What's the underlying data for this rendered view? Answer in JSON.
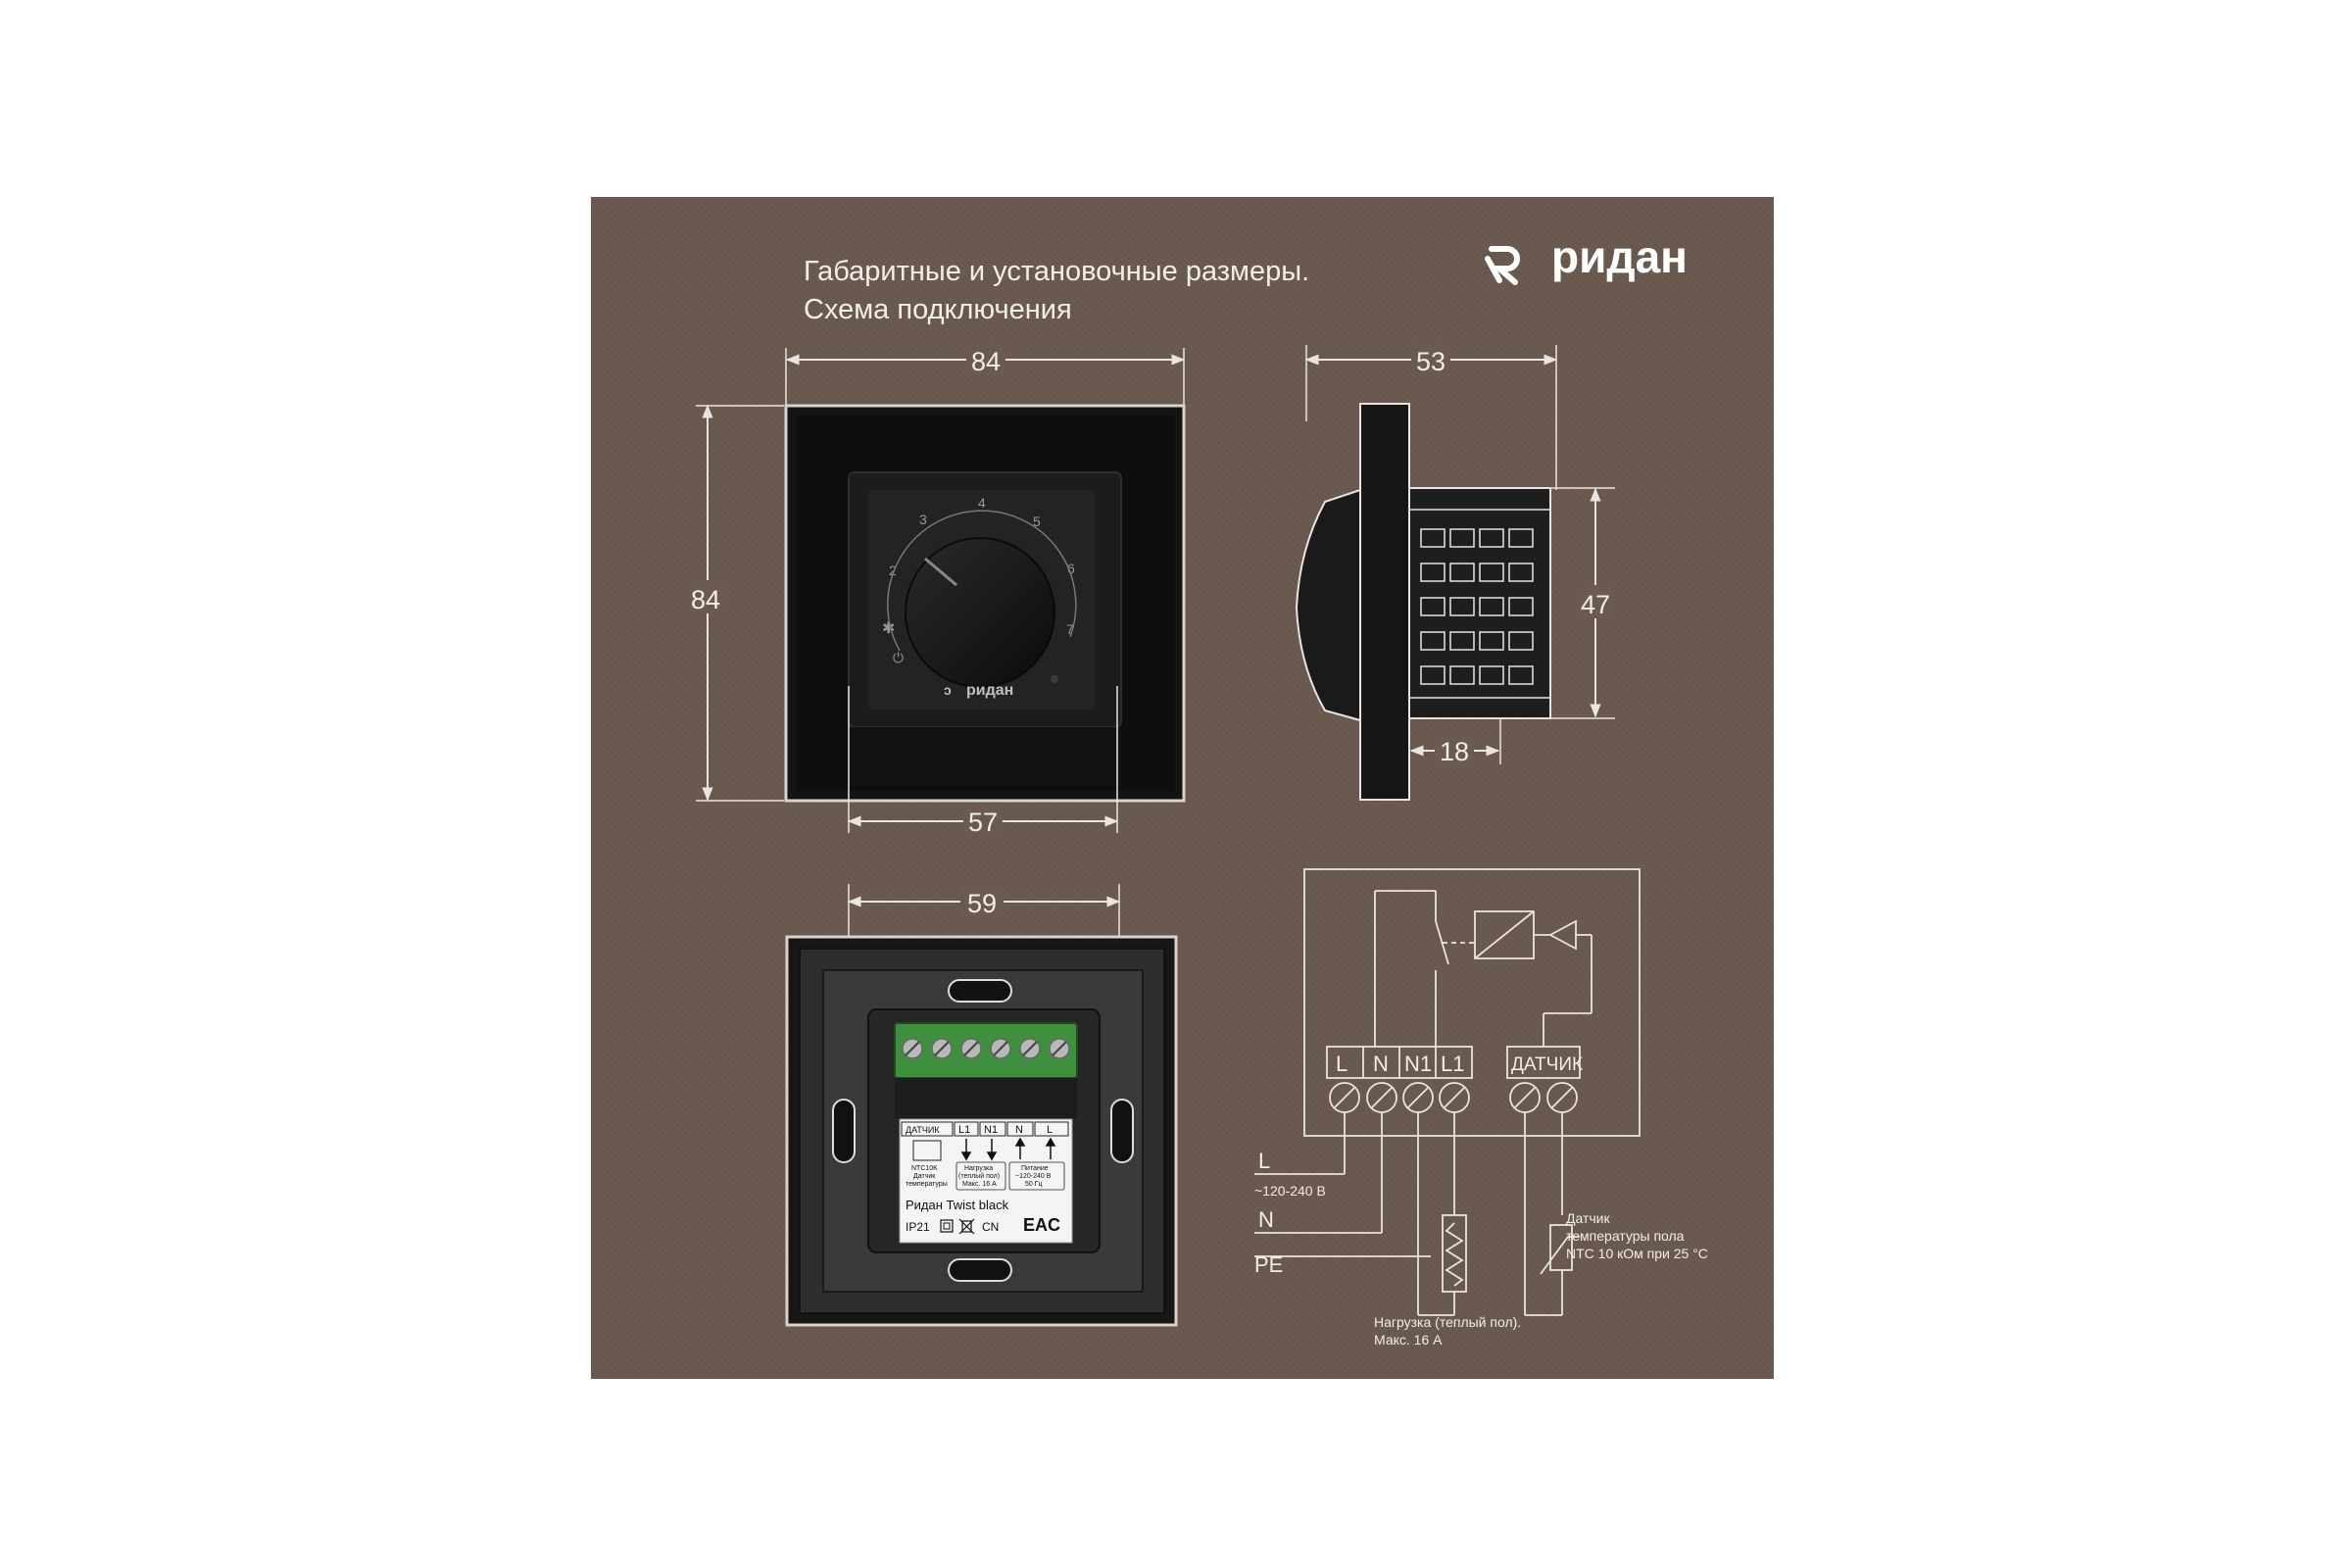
{
  "header": {
    "title_line1": "Габаритные и установочные размеры.",
    "title_line2": "Схема подключения",
    "logo_text": "ридан"
  },
  "dimensions": {
    "front_width": "84",
    "front_height": "84",
    "inner_width": "57",
    "side_depth": "53",
    "side_height": "47",
    "side_offset": "18",
    "back_width": "59"
  },
  "dial": {
    "ticks": [
      "2",
      "3",
      "4",
      "5",
      "6",
      "7"
    ],
    "snowflake": "✱",
    "power": "⏻",
    "brand": "ридан"
  },
  "terminal_label": {
    "headers": [
      "ДАТЧИК",
      "L1",
      "N1",
      "N",
      "L"
    ],
    "sensor_desc": [
      "NTC10K",
      "Датчик",
      "температуры"
    ],
    "load_desc": [
      "Нагрузка",
      "(теплый пол)",
      "Макс. 16 А"
    ],
    "power_desc": [
      "Питание",
      "~120-240 В",
      "50 Гц"
    ],
    "model": "Ридан Twist black",
    "ip_rating": "IP21",
    "cert": "EAC",
    "origin": "CN"
  },
  "wiring": {
    "terminals": [
      "L",
      "N",
      "N1",
      "L1"
    ],
    "sensor_terminal": "ДАТЧИК",
    "line_L": "L",
    "voltage": "~120-240 В",
    "line_N": "N",
    "line_PE": "PE",
    "sensor_caption_1": "Датчик",
    "sensor_caption_2": "температуры пола",
    "sensor_caption_3": "NTC 10 кОм при 25 °С",
    "load_caption_1": "Нагрузка (теплый пол).",
    "load_caption_2": "Макс. 16 А"
  },
  "colors": {
    "background": "#6b5a4f",
    "device_black": "#1a1a1a",
    "terminal_green": "#3f8f3f",
    "line_white": "#e9e4df"
  }
}
